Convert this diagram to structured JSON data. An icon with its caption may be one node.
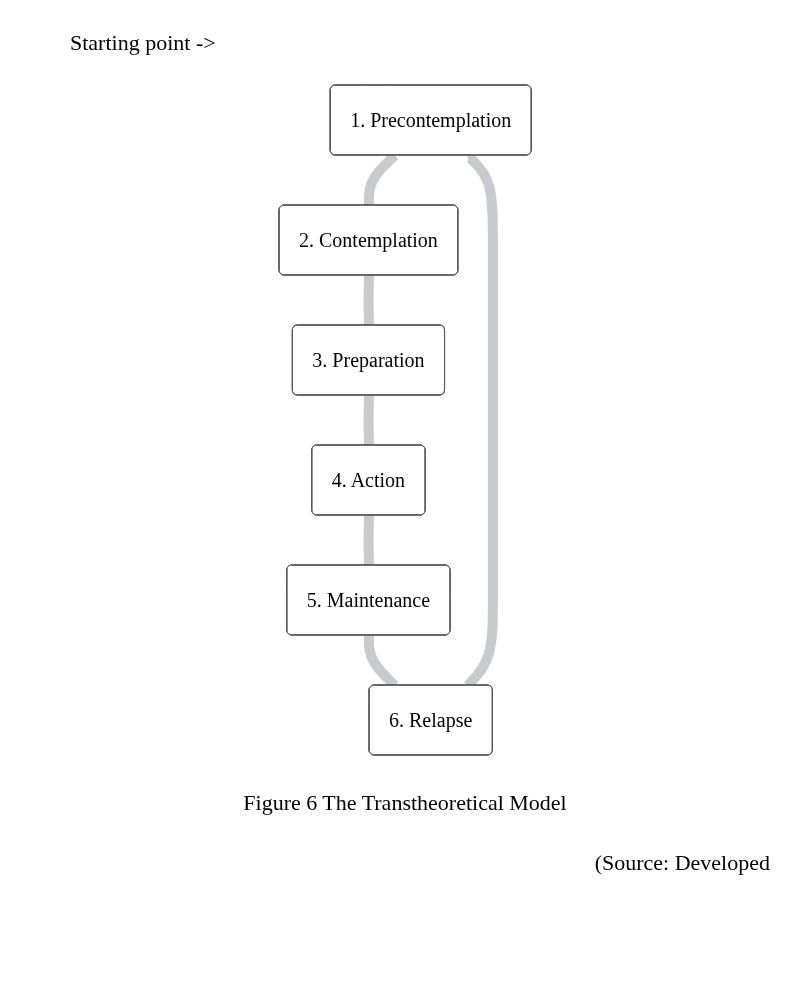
{
  "diagram": {
    "caption": "Figure 6 The Transtheoretical Model",
    "nodes": [
      {
        "text": [
          "1. Precontemplation"
        ]
      },
      {
        "text": [
          "2. Contemplation"
        ]
      },
      {
        "text": [
          "3. Preparation"
        ]
      },
      {
        "text": [
          "4. Action"
        ]
      },
      {
        "text": [
          "5. Maintenance"
        ]
      },
      {
        "text": [
          "6. Relapse"
        ]
      }
    ],
    "edges": [
      {
        "from": 0,
        "to": 1,
        "arrow": "none"
      },
      {
        "from": 1,
        "to": 2,
        "arrow": "none"
      },
      {
        "from": 2,
        "to": 3,
        "arrow": "none"
      },
      {
        "from": 3,
        "to": 4,
        "arrow": "none"
      },
      {
        "from": 4,
        "to": 5,
        "arrow": "none"
      },
      {
        "from": 5,
        "to": 0,
        "arrow": "to"
      }
    ],
    "labels": [
      "Starting point ->",
      "(Source: Developed"
    ]
  }
}
